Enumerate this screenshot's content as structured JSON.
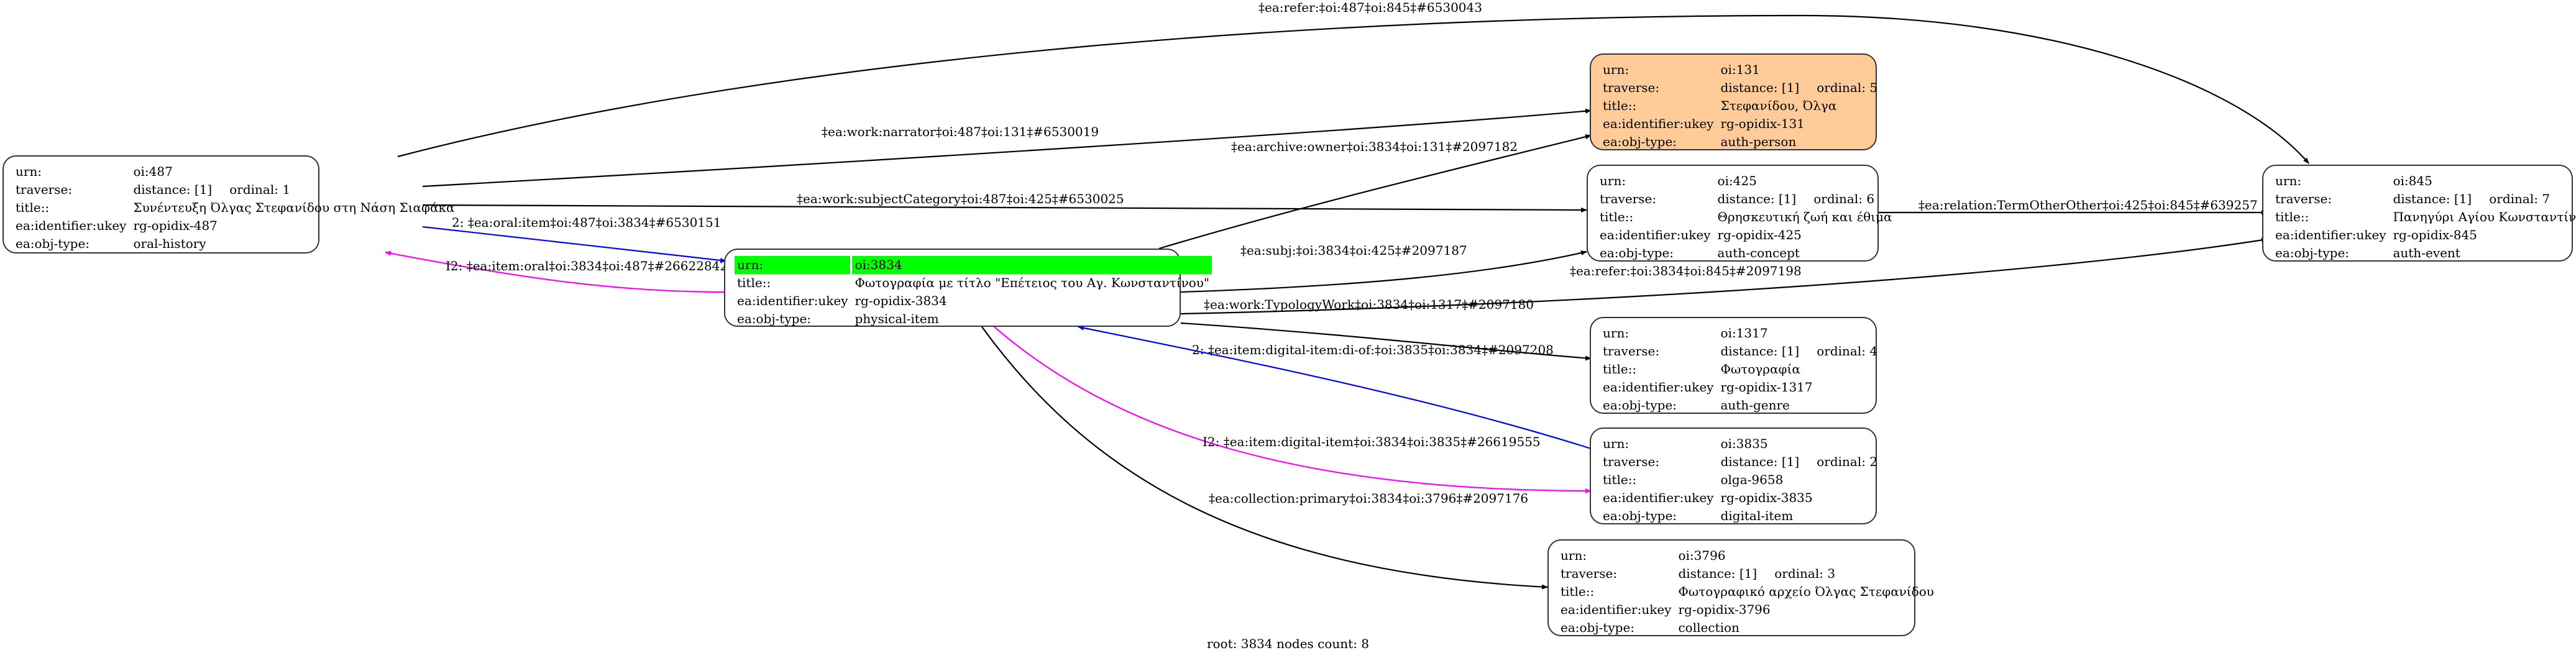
{
  "graph": {
    "root": "oi:3834",
    "footer": "root: 3834 nodes count: 8",
    "colors": {
      "root_highlight": "#00ff00",
      "person_fill": "#ffcc99",
      "blue_edge": "#0000ff",
      "magenta_edge": "#ff00ff",
      "default_edge": "#000000"
    },
    "labels": {
      "urn": "urn:",
      "traverse": "traverse:",
      "title": "title::",
      "ukey": "ea:identifier:ukey",
      "objtype": "ea:obj-type:"
    },
    "nodes": [
      {
        "id": "n487",
        "urn": "oi:487",
        "distance": "distance: [1]",
        "ordinal": "ordinal: 1",
        "title": "Συνέντευξη Όλγας Στεφανίδου στη Νάση Σιαφάκα",
        "ukey": "rg-opidix-487",
        "objtype": "oral-history"
      },
      {
        "id": "n3834",
        "urn": "oi:3834",
        "title": "Φωτογραφία με τίτλο \"Επέτειος του Αγ. Κωνσταντίνου\"",
        "ukey": "rg-opidix-3834",
        "objtype": "physical-item",
        "is_root": true
      },
      {
        "id": "n131",
        "urn": "oi:131",
        "distance": "distance: [1]",
        "ordinal": "ordinal: 5",
        "title": "Στεφανίδου, Όλγα",
        "ukey": "rg-opidix-131",
        "objtype": "auth-person"
      },
      {
        "id": "n425",
        "urn": "oi:425",
        "distance": "distance: [1]",
        "ordinal": "ordinal: 6",
        "title": "Θρησκευτική ζωή και έθιμα",
        "ukey": "rg-opidix-425",
        "objtype": "auth-concept"
      },
      {
        "id": "n845",
        "urn": "oi:845",
        "distance": "distance: [1]",
        "ordinal": "ordinal: 7",
        "title": "Πανηγύρι Αγίου Κωνσταντίνου",
        "ukey": "rg-opidix-845",
        "objtype": "auth-event"
      },
      {
        "id": "n1317",
        "urn": "oi:1317",
        "distance": "distance: [1]",
        "ordinal": "ordinal: 4",
        "title": "Φωτογραφία",
        "ukey": "rg-opidix-1317",
        "objtype": "auth-genre"
      },
      {
        "id": "n3835",
        "urn": "oi:3835",
        "distance": "distance: [1]",
        "ordinal": "ordinal: 2",
        "title": "olga-9658",
        "ukey": "rg-opidix-3835",
        "objtype": "digital-item"
      },
      {
        "id": "n3796",
        "urn": "oi:3796",
        "distance": "distance: [1]",
        "ordinal": "ordinal: 3",
        "title": "Φωτογραφικό αρχείο Όλγας Στεφανίδου",
        "ukey": "rg-opidix-3796",
        "objtype": "collection"
      }
    ],
    "edges": [
      {
        "from": "oi:487",
        "to": "oi:845",
        "color": "black",
        "label": "‡ea:refer:‡oi:487‡oi:845‡#6530043"
      },
      {
        "from": "oi:487",
        "to": "oi:131",
        "color": "black",
        "label": "‡ea:work:narrator‡oi:487‡oi:131‡#6530019"
      },
      {
        "from": "oi:3834",
        "to": "oi:131",
        "color": "black",
        "label": "‡ea:archive:owner‡oi:3834‡oi:131‡#2097182"
      },
      {
        "from": "oi:487",
        "to": "oi:425",
        "color": "black",
        "label": "‡ea:work:subjectCategory‡oi:487‡oi:425‡#6530025"
      },
      {
        "from": "oi:487",
        "to": "oi:3834",
        "color": "blue",
        "label": "2: ‡ea:oral:item‡oi:487‡oi:3834‡#6530151"
      },
      {
        "from": "oi:3834",
        "to": "oi:487",
        "color": "magenta",
        "label": "I2: ‡ea:item:oral‡oi:3834‡oi:487‡#26622842"
      },
      {
        "from": "oi:425",
        "to": "oi:845",
        "color": "black",
        "label": "‡ea:relation:TermOtherOther‡oi:425‡oi:845‡#639257"
      },
      {
        "from": "oi:3834",
        "to": "oi:425",
        "color": "black",
        "label": "‡ea:subj:‡oi:3834‡oi:425‡#2097187"
      },
      {
        "from": "oi:3834",
        "to": "oi:845",
        "color": "black",
        "label": "‡ea:refer:‡oi:3834‡oi:845‡#2097198"
      },
      {
        "from": "oi:3834",
        "to": "oi:1317",
        "color": "black",
        "label": "‡ea:work:TypologyWork‡oi:3834‡oi:1317‡#2097180"
      },
      {
        "from": "oi:3835",
        "to": "oi:3834",
        "color": "blue",
        "label": "2: ‡ea:item:digital-item:di-of:‡oi:3835‡oi:3834‡#2097208"
      },
      {
        "from": "oi:3834",
        "to": "oi:3835",
        "color": "magenta",
        "label": "I2: ‡ea:item:digital-item‡oi:3834‡oi:3835‡#26619555"
      },
      {
        "from": "oi:3834",
        "to": "oi:3796",
        "color": "black",
        "label": "‡ea:collection:primary‡oi:3834‡oi:3796‡#2097176"
      }
    ]
  }
}
